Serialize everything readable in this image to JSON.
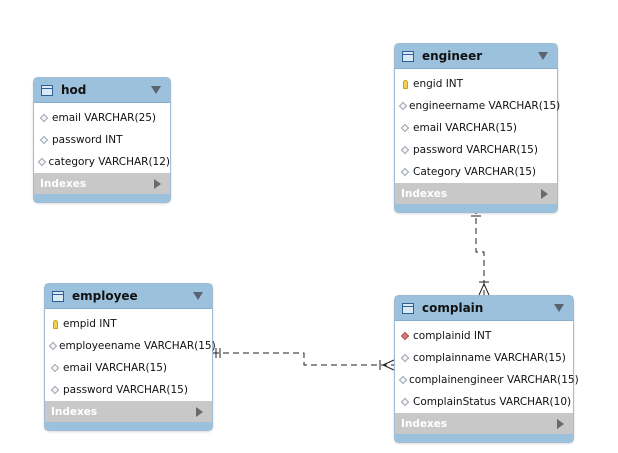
{
  "tables": {
    "hod": {
      "name": "hod",
      "columns": [
        {
          "text": "email VARCHAR(25)",
          "icon": "diamond"
        },
        {
          "text": "password INT",
          "icon": "diamond"
        },
        {
          "text": "category VARCHAR(12)",
          "icon": "diamond"
        }
      ],
      "indexes_label": "Indexes"
    },
    "engineer": {
      "name": "engineer",
      "columns": [
        {
          "text": "engid INT",
          "icon": "key"
        },
        {
          "text": "engineername VARCHAR(15)",
          "icon": "diamond"
        },
        {
          "text": "email VARCHAR(15)",
          "icon": "diamond"
        },
        {
          "text": "password VARCHAR(15)",
          "icon": "diamond"
        },
        {
          "text": "Category VARCHAR(15)",
          "icon": "diamond"
        }
      ],
      "indexes_label": "Indexes"
    },
    "employee": {
      "name": "employee",
      "columns": [
        {
          "text": "empid INT",
          "icon": "key"
        },
        {
          "text": "employeename VARCHAR(15)",
          "icon": "diamond"
        },
        {
          "text": "email VARCHAR(15)",
          "icon": "diamond"
        },
        {
          "text": "password VARCHAR(15)",
          "icon": "diamond"
        }
      ],
      "indexes_label": "Indexes"
    },
    "complain": {
      "name": "complain",
      "columns": [
        {
          "text": "complainid INT",
          "icon": "diamond-red"
        },
        {
          "text": "complainname VARCHAR(15)",
          "icon": "diamond"
        },
        {
          "text": "complainengineer VARCHAR(15)",
          "icon": "diamond"
        },
        {
          "text": "ComplainStatus VARCHAR(10)",
          "icon": "diamond"
        }
      ],
      "indexes_label": "Indexes"
    }
  },
  "relationships": [
    {
      "from": "engineer",
      "to": "complain",
      "from_cardinality": "one-and-only-one",
      "to_cardinality": "one-or-many",
      "style": "dashed"
    },
    {
      "from": "employee",
      "to": "complain",
      "from_cardinality": "one-and-only-one",
      "to_cardinality": "one-or-many",
      "style": "dashed"
    }
  ],
  "colors": {
    "header": "#9cc1dd",
    "indexes_bar": "#c8c8c8",
    "border": "#9fbbd5",
    "line": "#222222"
  }
}
